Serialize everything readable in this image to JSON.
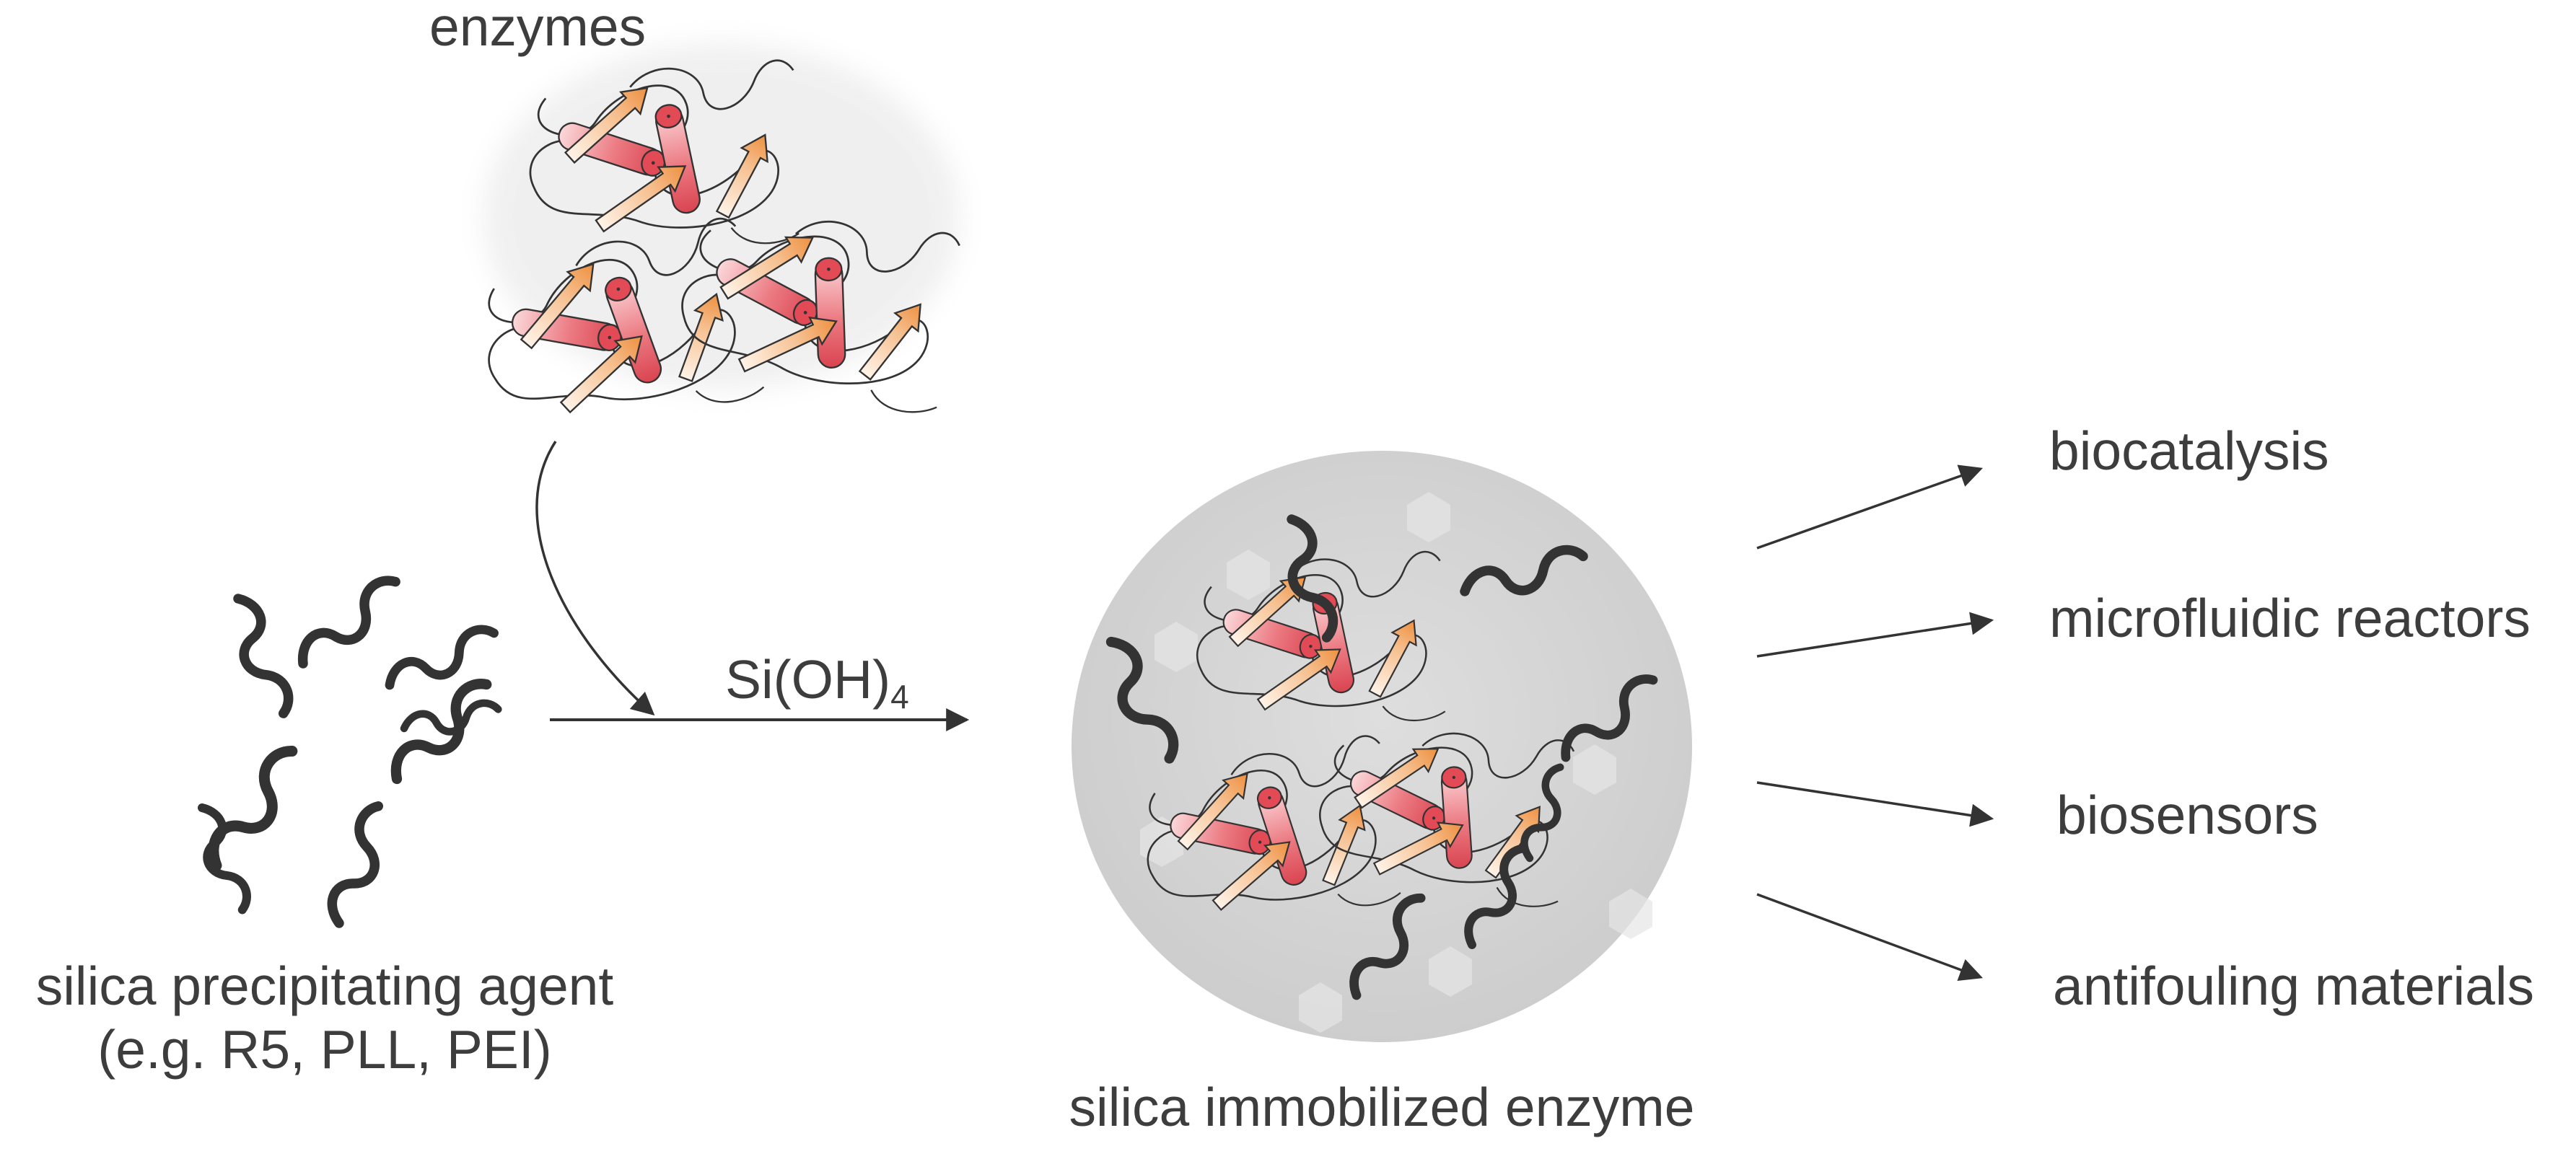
{
  "labels": {
    "enzymes": "enzymes",
    "agent_line1": "silica precipitating agent",
    "agent_line2": "(e.g. R5, PLL, PEI)",
    "reagent_main": "Si(OH)",
    "reagent_sub": "4",
    "product": "silica immobilized enzyme"
  },
  "applications": [
    "biocatalysis",
    "microfluidic reactors",
    "biosensors",
    "antifouling materials"
  ],
  "colors": {
    "text": "#3d3d3d",
    "helix": "#e05a64",
    "strand": "#f0a060",
    "polymer": "#333333",
    "silica": "#d6d6d6"
  }
}
